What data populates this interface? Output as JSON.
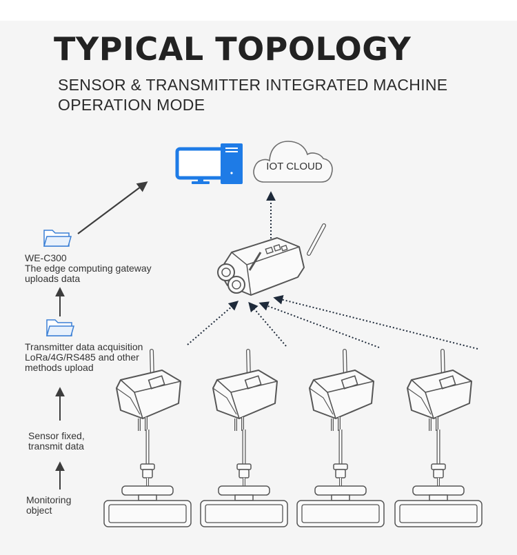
{
  "title": "TYPICAL TOPOLOGY",
  "subtitle_line1": "SENSOR & TRANSMITTER INTEGRATED MACHINE",
  "subtitle_line2": "OPERATION MODE",
  "cloud_label": "IOT CLOUD",
  "steps": {
    "gateway": [
      "WE-C300",
      "The edge computing gateway",
      "uploads data"
    ],
    "transmitter": [
      "Transmitter data acquisition",
      "LoRa/4G/RS485 and other",
      "methods upload"
    ],
    "sensor": [
      "Sensor fixed,",
      "transmit data"
    ],
    "monitor": [
      "Monitoring",
      "object"
    ]
  },
  "icons": {
    "computer": "desktop-computer-icon",
    "cloud": "cloud-icon",
    "folder": "folder-icon"
  },
  "colors": {
    "computer_blue": "#1e7be6",
    "folder_blue": "#3a7fd5",
    "line_dark": "#444444",
    "device_stroke": "#555555",
    "text": "#222222"
  }
}
